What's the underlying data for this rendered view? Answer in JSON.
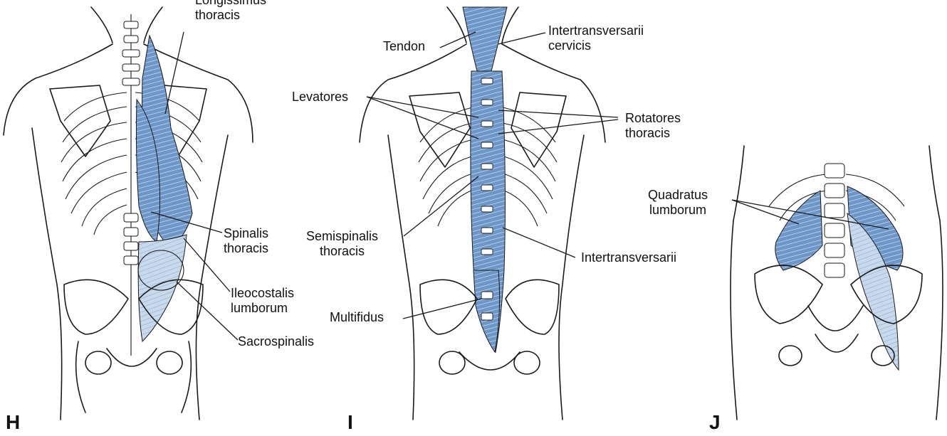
{
  "colors": {
    "muscle": "#6e97c9",
    "muscle_light": "#b9cde6",
    "line": "#1a1a1a"
  },
  "panels": [
    {
      "letter": "H",
      "labels": {
        "longissimus": "Longissimus\nthoracis",
        "spinalis": "Spinalis\nthoracis",
        "ileocostalis": "Ileocostalis\nlumborum",
        "sacrospinalis": "Sacrospinalis"
      }
    },
    {
      "letter": "I",
      "labels": {
        "tendon": "Tendon",
        "intertransversarii_cervicis": "Intertransversarii\ncervicis",
        "levatores": "Levatores",
        "rotatores": "Rotatores\nthoracis",
        "semispinalis": "Semispinalis\nthoracis",
        "intertransversarii": "Intertransversarii",
        "multifidus": "Multifidus"
      }
    },
    {
      "letter": "J",
      "labels": {
        "quadratus": "Quadratus\nlumborum"
      }
    }
  ]
}
